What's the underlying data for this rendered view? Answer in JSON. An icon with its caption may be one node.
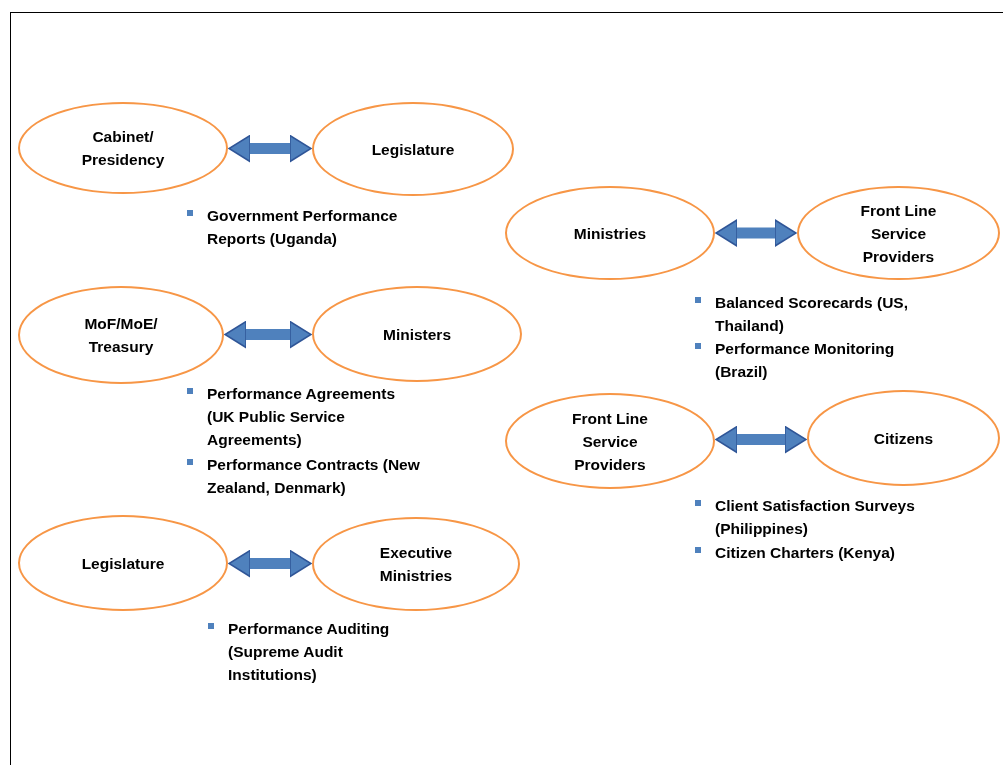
{
  "diagram": {
    "nodes": [
      {
        "text": [
          "Cabinet/ Presidency"
        ]
      },
      {
        "text": [
          "Legislature"
        ]
      },
      {
        "text": [
          "MoF/MoE/ Treasury"
        ]
      },
      {
        "text": [
          "Ministers"
        ]
      },
      {
        "text": [
          "Legislature"
        ]
      },
      {
        "text": [
          "Executive Ministries"
        ]
      },
      {
        "text": [
          "Ministries"
        ]
      },
      {
        "text": [
          "Front Line Service Providers"
        ]
      },
      {
        "text": [
          "Front Line Service Providers"
        ]
      },
      {
        "text": [
          "Citizens"
        ]
      }
    ],
    "edges": [
      {
        "from": 0,
        "to": 1,
        "arrow": "both"
      },
      {
        "from": 2,
        "to": 3,
        "arrow": "both"
      },
      {
        "from": 4,
        "to": 5,
        "arrow": "both"
      },
      {
        "from": 6,
        "to": 7,
        "arrow": "both"
      },
      {
        "from": 8,
        "to": 9,
        "arrow": "both"
      }
    ],
    "labels": [
      "Government Performance Reports (Uganda)",
      "Balanced Scorecards (US, Thailand)",
      "Performance Monitoring (Brazil)",
      "Performance Agreements (UK Public Service Agreements)",
      "Performance Contracts (New Zealand, Denmark)",
      "Client Satisfaction Surveys (Philippines)",
      "Citizen Charters (Kenya)",
      "Performance Auditing (Supreme Audit Institutions)"
    ]
  }
}
